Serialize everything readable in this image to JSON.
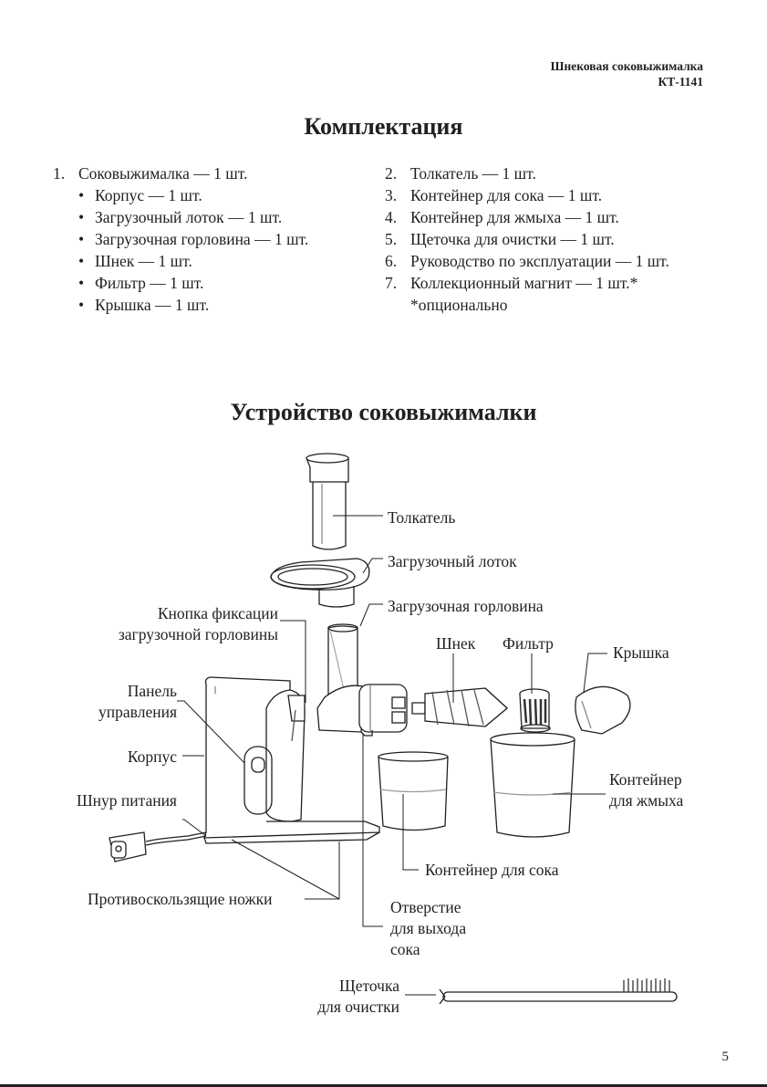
{
  "header": {
    "line1": "Шнековая соковыжималка",
    "line2": "КТ-1141"
  },
  "section1_title": "Комплектация",
  "kit_left": {
    "main": {
      "num": "1.",
      "text": "Соковыжималка — 1 шт."
    },
    "sub": [
      "Корпус — 1 шт.",
      "Загрузочный лоток — 1 шт.",
      "Загрузочная горловина — 1 шт.",
      "Шнек — 1 шт.",
      "Фильтр — 1 шт.",
      "Крышка — 1 шт."
    ]
  },
  "kit_right": [
    {
      "num": "2.",
      "text": "Толкатель — 1 шт."
    },
    {
      "num": "3.",
      "text": "Контейнер для сока — 1 шт."
    },
    {
      "num": "4.",
      "text": "Контейнер для жмыха — 1 шт."
    },
    {
      "num": "5.",
      "text": "Щеточка для очистки — 1 шт."
    },
    {
      "num": "6.",
      "text": "Руководство по эксплуатации — 1 шт."
    },
    {
      "num": "7.",
      "text": "Коллекционный магнит — 1 шт.*"
    }
  ],
  "kit_note": "*опционально",
  "section2_title": "Устройство соковыжималки",
  "labels": {
    "pusher": "Толкатель",
    "tray": "Загрузочный лоток",
    "neck": "Загрузочная горловина",
    "lock_button_1": "Кнопка фиксации",
    "lock_button_2": "загрузочной горловины",
    "auger": "Шнек",
    "filter": "Фильтр",
    "lid": "Крышка",
    "panel_1": "Панель",
    "panel_2": "управления",
    "body": "Корпус",
    "cord": "Шнур питания",
    "pulp_1": "Контейнер",
    "pulp_2": "для жмыха",
    "juice": "Контейнер для сока",
    "feet": "Противоскользящие ножки",
    "outlet_1": "Отверстие",
    "outlet_2": "для выхода",
    "outlet_3": "сока",
    "brush_1": "Щеточка",
    "brush_2": "для очистки"
  },
  "page_number": "5"
}
